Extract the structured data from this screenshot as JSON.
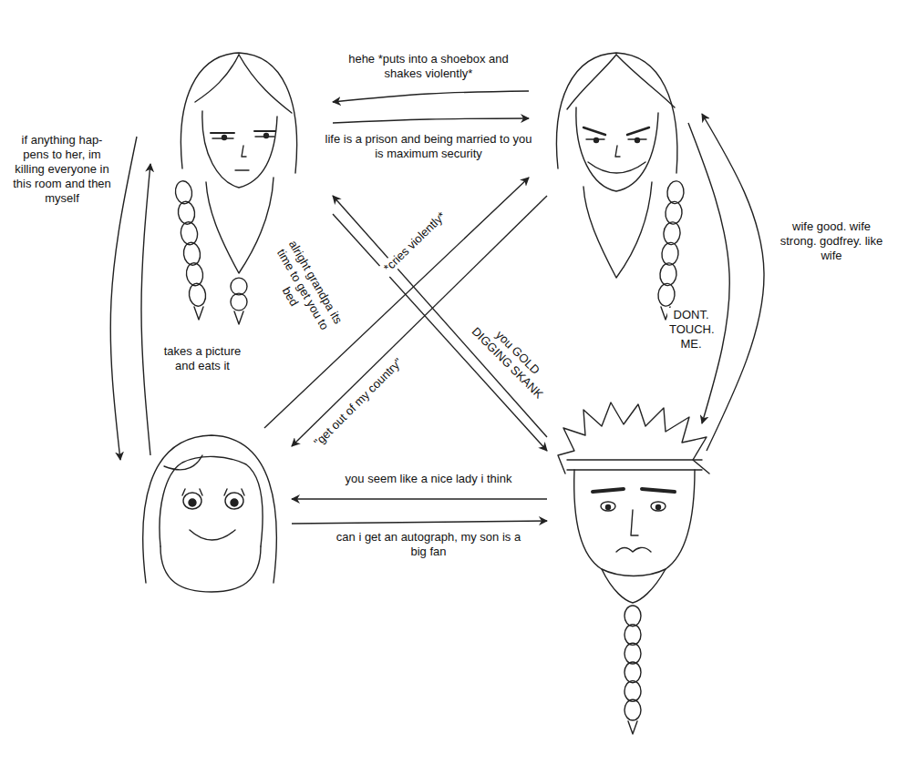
{
  "diagram": {
    "nodes": [
      {
        "text": []
      },
      {
        "text": []
      },
      {
        "text": []
      },
      {
        "text": []
      }
    ],
    "edges": [
      {
        "from": 1,
        "to": 0,
        "arrow": "to",
        "label": "hehe *puts into a shoebox and shakes violently*"
      },
      {
        "from": 0,
        "to": 1,
        "arrow": "to",
        "label": "life is a prison and being married to you is maximum security"
      },
      {
        "from": 0,
        "to": 2,
        "arrow": "to",
        "label": "if anything hap- pens to her, im killing everyone in this room and then myself"
      },
      {
        "from": 2,
        "to": 0,
        "arrow": "to",
        "label": "takes a picture and eats it"
      },
      {
        "from": 2,
        "to": 1,
        "arrow": "to",
        "label": "*cries violently*"
      },
      {
        "from": 1,
        "to": 2,
        "arrow": "to",
        "label": "\"get out of my country\""
      },
      {
        "from": 0,
        "to": 3,
        "arrow": "to",
        "label": "alright grandpa its time to get you to bed"
      },
      {
        "from": 3,
        "to": 0,
        "arrow": "to",
        "label": "you GOLD DIGGING SKANK"
      },
      {
        "from": 3,
        "to": 1,
        "arrow": "to",
        "label": "wife good. wife strong. godfrey. like wife"
      },
      {
        "from": 1,
        "to": 3,
        "arrow": "to",
        "label": "DONT. TOUCH. ME."
      },
      {
        "from": 3,
        "to": 2,
        "arrow": "to",
        "label": "you seem like a nice lady i think"
      },
      {
        "from": 2,
        "to": 3,
        "arrow": "to",
        "label": "can i get an autograph, my son is a big fan"
      }
    ]
  }
}
